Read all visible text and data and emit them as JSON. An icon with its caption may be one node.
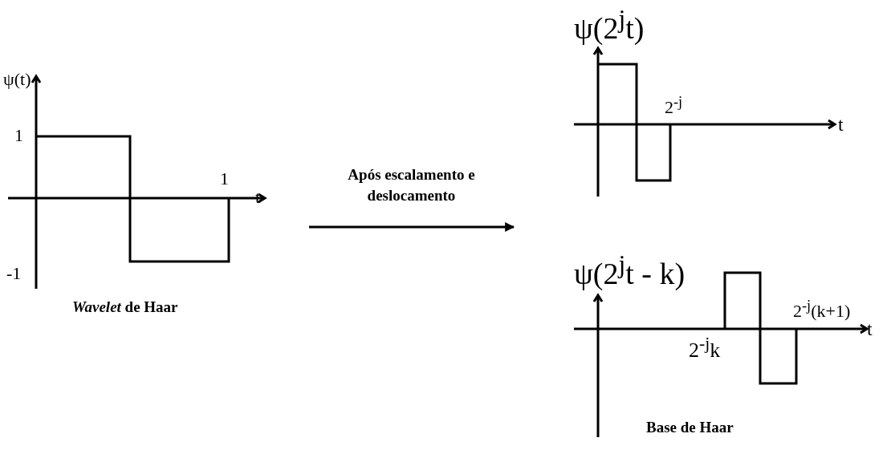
{
  "diagram": {
    "nodes": [
      {
        "text": [
          "*Wavelet* de Haar"
        ]
      },
      {
        "text": [
          "Base de Haar"
        ]
      }
    ],
    "edges": [
      {
        "from": 0,
        "to": 1,
        "arrow": "to",
        "label": "Após escalamento e deslocamento"
      }
    ],
    "labels": [
      "ψ(t)",
      "ψ(2$^{j}$t)",
      "1",
      "2$^{-j}$",
      "t",
      "1",
      "t",
      "-1",
      "ψ(2$^{j}$t - k)",
      "2$^{-j}$(k+1)",
      "t",
      "2$^{-j}$k"
    ]
  }
}
